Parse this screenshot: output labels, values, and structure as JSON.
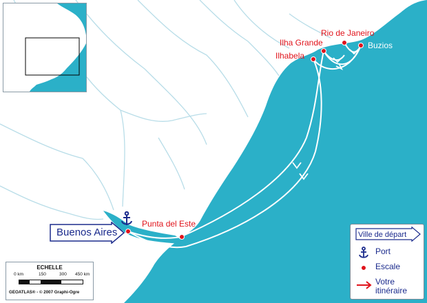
{
  "colors": {
    "sea": "#2bb0c8",
    "land": "#ffffff",
    "river": "#b8dde8",
    "route": "#ffffff",
    "stop": "#e0141c",
    "port": "#1a2a8c"
  },
  "cities": {
    "rio": "Rio de Janeiro",
    "ilha_grande": "Ilha Grande",
    "ilhabela": "Ilhabela",
    "buzios": "Buzios",
    "punta": "Punta del Este"
  },
  "start_city": "Buenos Aires",
  "legend": {
    "title": "Ville de départ",
    "port": "Port",
    "stop": "Escale",
    "itinerary_line1": "Votre",
    "itinerary_line2": "itinéraire",
    "port_icon": "anchor-icon",
    "stop_icon": "red-dot-icon",
    "itinerary_icon": "red-arrow-icon"
  },
  "scale": {
    "title": "ECHELLE",
    "t0": "0 km",
    "t1": "150",
    "t2": "300",
    "t3": "450 km"
  },
  "copyright": "GEOATLAS® - © 2007 Graphi-Ogre"
}
